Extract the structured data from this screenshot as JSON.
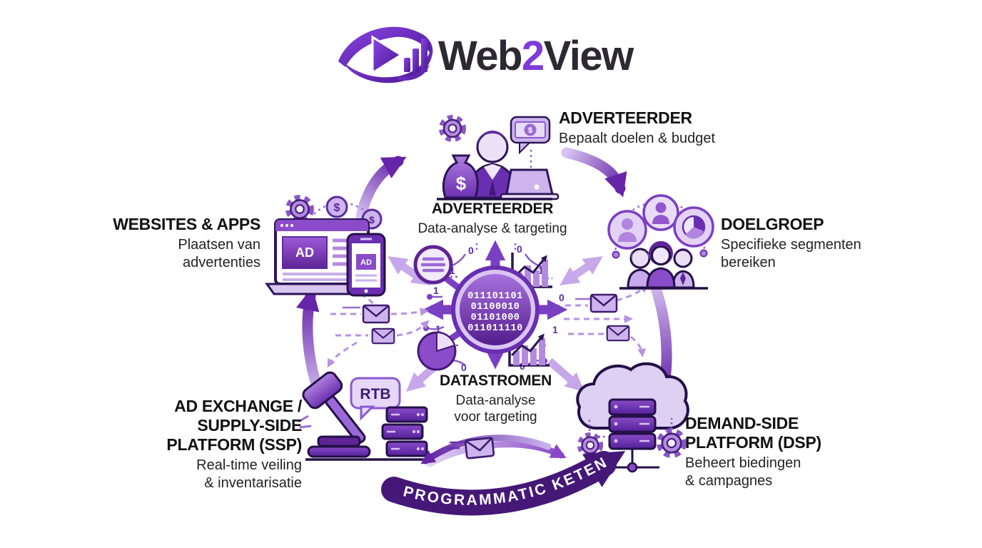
{
  "colors": {
    "primary": "#7B3FC4",
    "primary_dark": "#451878",
    "primary_light": "#C9A9EC",
    "logo_accent": "#7E3BD8",
    "ink_outline": "#241048",
    "heading_text": "#121212",
    "body_text": "#232323"
  },
  "logo": {
    "part1": "Web",
    "accent": "2",
    "part2": "View"
  },
  "banner": {
    "label": "PROGRAMMATIC KETEN"
  },
  "badges": {
    "rtb": "RTB",
    "ad": "AD",
    "ad_small": "AD",
    "dollar": "$"
  },
  "center_node": {
    "binary_lines": [
      "011101101",
      "01100010",
      "01101000",
      "011011110"
    ],
    "digits": [
      "0",
      "0",
      "1",
      "1",
      "1",
      "0",
      "0",
      "1",
      "0",
      "1"
    ]
  },
  "nodes": {
    "adverteerder_top": {
      "title": "ADVERTEERDER",
      "subtitle": "Bepaalt doelen & budget"
    },
    "adverteerder_center": {
      "title": "ADVERTEERDER",
      "subtitle": "Data-analyse & targeting"
    },
    "doelgroep": {
      "title": "DOELGROEP",
      "subtitle": "Specifieke segmenten bereiken"
    },
    "websites_apps": {
      "title": "WEBSITES & APPS",
      "subtitle": "Plaatsen van advertenties"
    },
    "datastromen": {
      "title": "DATASTROMEN",
      "subtitle": "Data-analyse voor targeting"
    },
    "ssp": {
      "title": "AD EXCHANGE / SUPPLY-SIDE PLATFORM (SSP)",
      "subtitle": "Real-time veiling & inventarisatie"
    },
    "dsp": {
      "title": "DEMAND-SIDE PLATFORM (DSP)",
      "subtitle": "Beheert biedingen & campagnes"
    }
  }
}
